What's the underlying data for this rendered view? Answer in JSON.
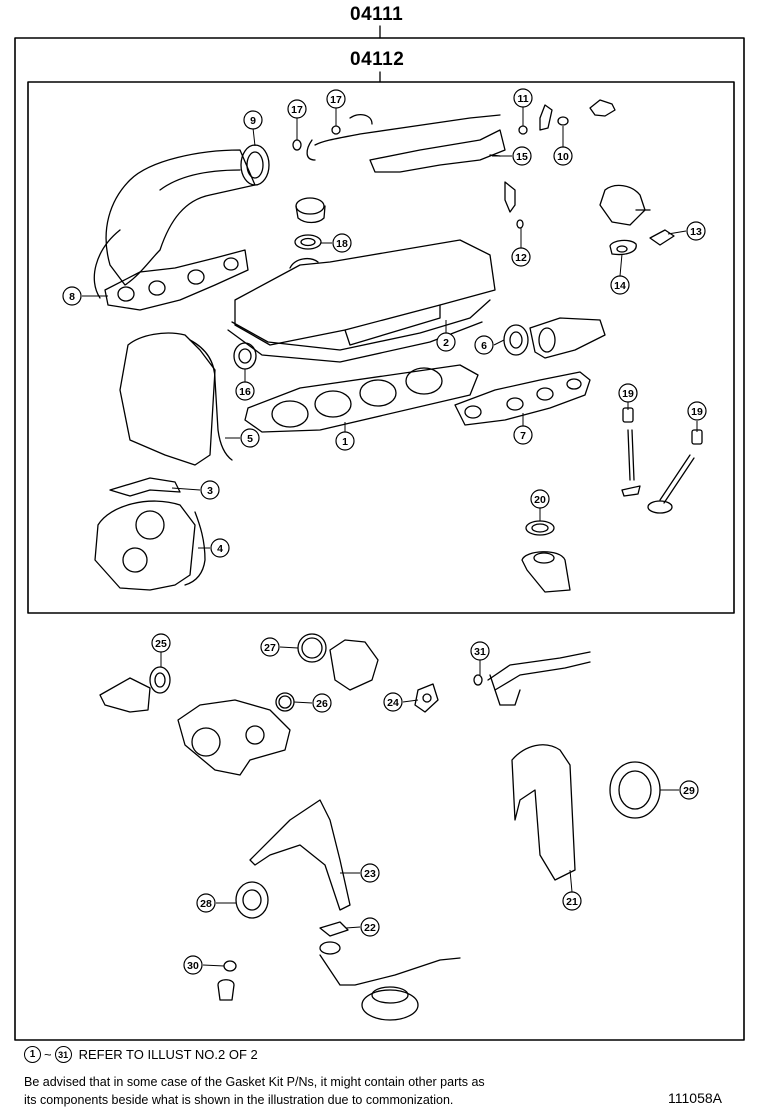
{
  "assemblies": {
    "outer": "04111",
    "inner": "04112"
  },
  "footer": {
    "range_start": "1",
    "range_end": "31",
    "range_sep": "~",
    "refer_text": "REFER TO ILLUST NO.2 OF 2",
    "advisory_line1": "Be advised that in some case of the Gasket Kit P/Ns,  it might contain other parts as",
    "advisory_line2": "its components beside what is shown in the illustration due to commonization."
  },
  "illustration_id": "111058A",
  "callouts": [
    "9",
    "17",
    "17",
    "11",
    "10",
    "15",
    "12",
    "13",
    "14",
    "18",
    "8",
    "2",
    "6",
    "16",
    "5",
    "1",
    "7",
    "19",
    "19",
    "3",
    "20",
    "4",
    "25",
    "27",
    "31",
    "26",
    "24",
    "29",
    "21",
    "23",
    "28",
    "22",
    "30"
  ]
}
